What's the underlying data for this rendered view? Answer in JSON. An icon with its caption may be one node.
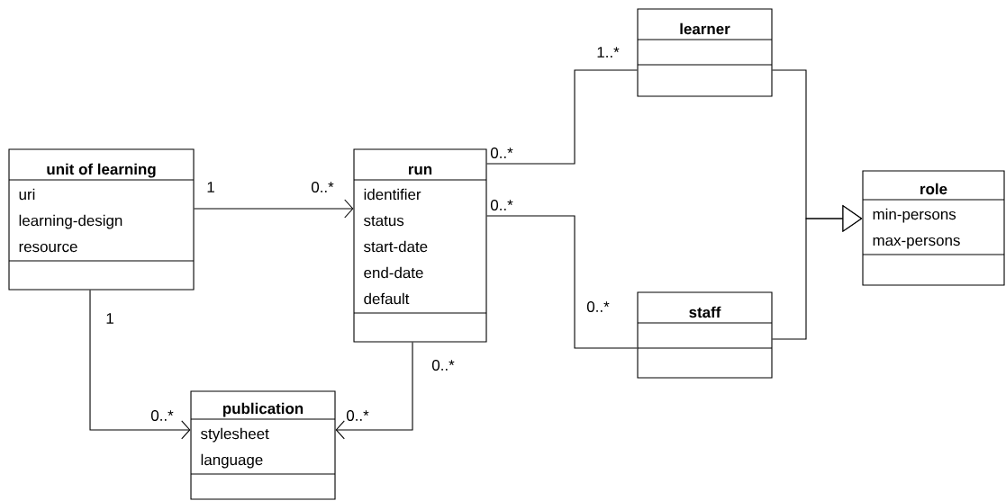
{
  "diagram": {
    "nodes": [
      {
        "text": [
          "unit of learning",
          "uri",
          "learning-design",
          "resource"
        ]
      },
      {
        "text": [
          "run",
          "identifier",
          "status",
          "start-date",
          "end-date",
          "default"
        ]
      },
      {
        "text": [
          "publication",
          "stylesheet",
          "language"
        ]
      },
      {
        "text": [
          "learner"
        ]
      },
      {
        "text": [
          "staff"
        ]
      },
      {
        "text": [
          "role",
          "min-persons",
          "max-persons"
        ]
      }
    ],
    "edges": [
      {
        "from": 0,
        "to": 1,
        "arrow": "to"
      },
      {
        "from": 0,
        "to": 2,
        "arrow": "to"
      },
      {
        "from": 1,
        "to": 2,
        "arrow": "to"
      },
      {
        "from": 1,
        "to": 3,
        "arrow": "none"
      },
      {
        "from": 1,
        "to": 4,
        "arrow": "none"
      },
      {
        "from": 3,
        "to": 5,
        "arrow": "to"
      },
      {
        "from": 4,
        "to": 5,
        "arrow": "to"
      }
    ],
    "labels": [
      "1",
      "0..*",
      "1",
      "0..*",
      "0..*",
      "0..*",
      "0..*",
      "1..*",
      "0..*",
      "0..*"
    ]
  }
}
